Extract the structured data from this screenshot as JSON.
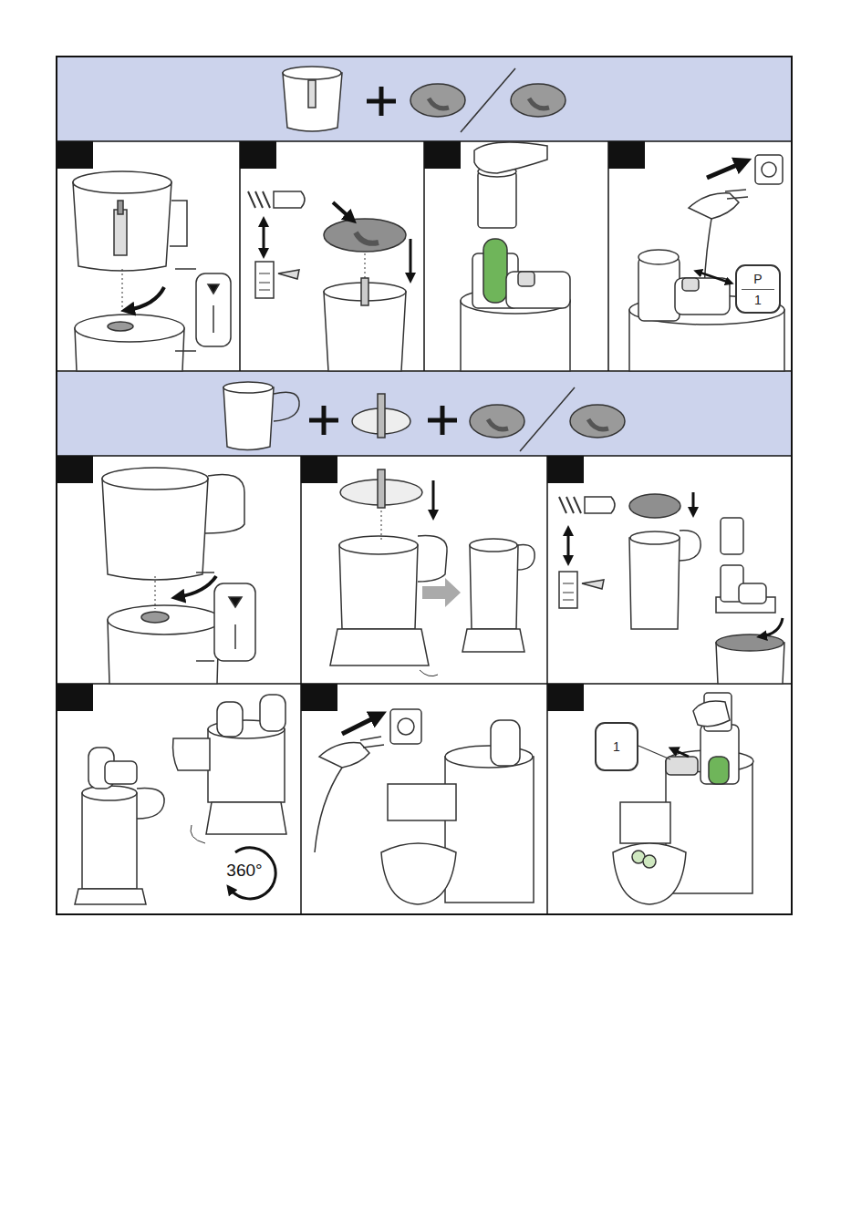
{
  "diagram": {
    "nodes": [
      {
        "text": [
          "P",
          "1"
        ]
      },
      {
        "text": [
          "1"
        ]
      }
    ],
    "labels": [
      "360°"
    ]
  }
}
